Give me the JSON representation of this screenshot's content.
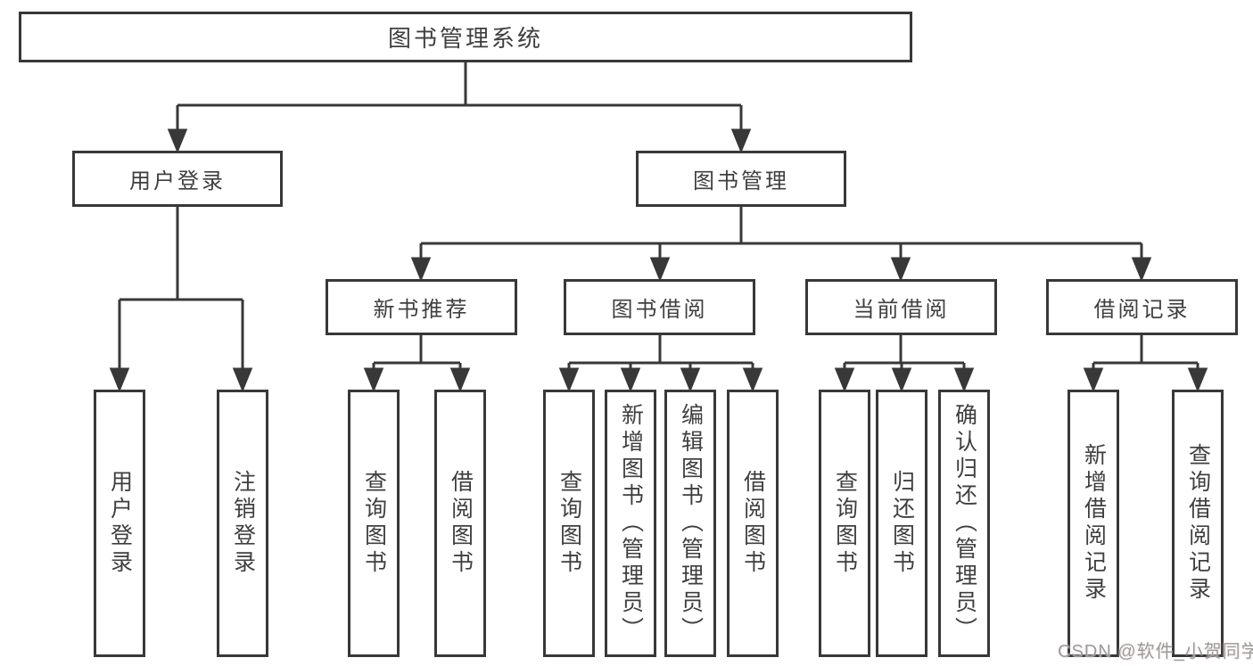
{
  "diagram": {
    "type": "tree",
    "root": "图书管理系统",
    "children": [
      {
        "label": "用户登录",
        "children": [
          {
            "label": "用户登录"
          },
          {
            "label": "注销登录"
          }
        ]
      },
      {
        "label": "图书管理",
        "children": [
          {
            "label": "新书推荐",
            "children": [
              {
                "label": "查询图书"
              },
              {
                "label": "借阅图书"
              }
            ]
          },
          {
            "label": "图书借阅",
            "children": [
              {
                "label": "查询图书"
              },
              {
                "label": "新增图书（管理员）"
              },
              {
                "label": "编辑图书（管理员）"
              },
              {
                "label": "借阅图书"
              }
            ]
          },
          {
            "label": "当前借阅",
            "children": [
              {
                "label": "查询图书"
              },
              {
                "label": "归还图书"
              },
              {
                "label": "确认归还（管理员）"
              }
            ]
          },
          {
            "label": "借阅记录",
            "children": [
              {
                "label": "新增借阅记录"
              },
              {
                "label": "查询借阅记录"
              }
            ]
          }
        ]
      }
    ]
  },
  "colors": {
    "line": "#383838",
    "text": "#3f3f3f",
    "background": "#ffffff",
    "watermark": "#9b9b9b"
  },
  "watermark": {
    "text": "CSDN @软件_小贺同学"
  }
}
